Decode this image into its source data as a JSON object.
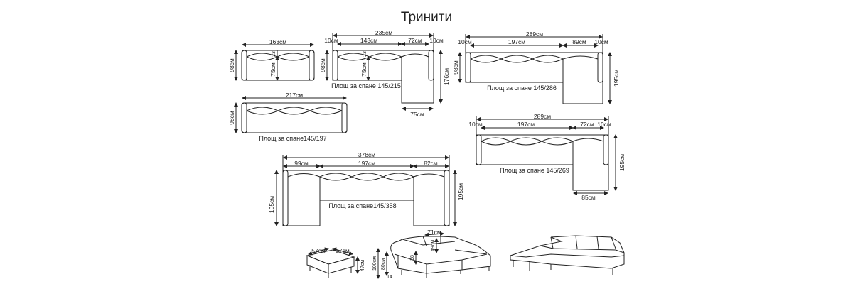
{
  "title": "Тринити",
  "sofa_a": {
    "width": "163см",
    "height": "98см",
    "seat_height": "75см",
    "arm": "23"
  },
  "sofa_b": {
    "width": "217см",
    "height": "98см",
    "caption": "Площ за спане145/197"
  },
  "corner_c": {
    "total": "235см",
    "left": "10см",
    "mid": "143см",
    "chaise": "72см",
    "right": "10см",
    "height": "98см",
    "seat": "75см",
    "arm": "23",
    "depth": "176см",
    "chaise_w": "75см",
    "caption": "Площ за спане 145/215"
  },
  "corner_d": {
    "total": "289см",
    "left": "10см",
    "mid": "197см",
    "chaise": "89см",
    "right": "10см",
    "height": "98см",
    "depth": "195см",
    "caption": "Площ за спане 145/286"
  },
  "corner_e": {
    "total": "289см",
    "left": "10см",
    "mid": "197см",
    "chaise": "72см",
    "right": "10см",
    "depth": "195см",
    "chaise_w": "85см",
    "caption": "Площ за спане 145/269"
  },
  "u_sofa": {
    "total": "378см",
    "left": "99см",
    "mid": "197см",
    "right": "82см",
    "depth_l": "195см",
    "depth_r": "195см",
    "caption": "Площ за спане145/358"
  },
  "pouf": {
    "w": "57см",
    "d": "57см",
    "h": "47см"
  },
  "persp": {
    "back": "71см",
    "h100": "100см",
    "h80": "80см",
    "seat": "49см",
    "cushion": "38",
    "leg": "14"
  }
}
